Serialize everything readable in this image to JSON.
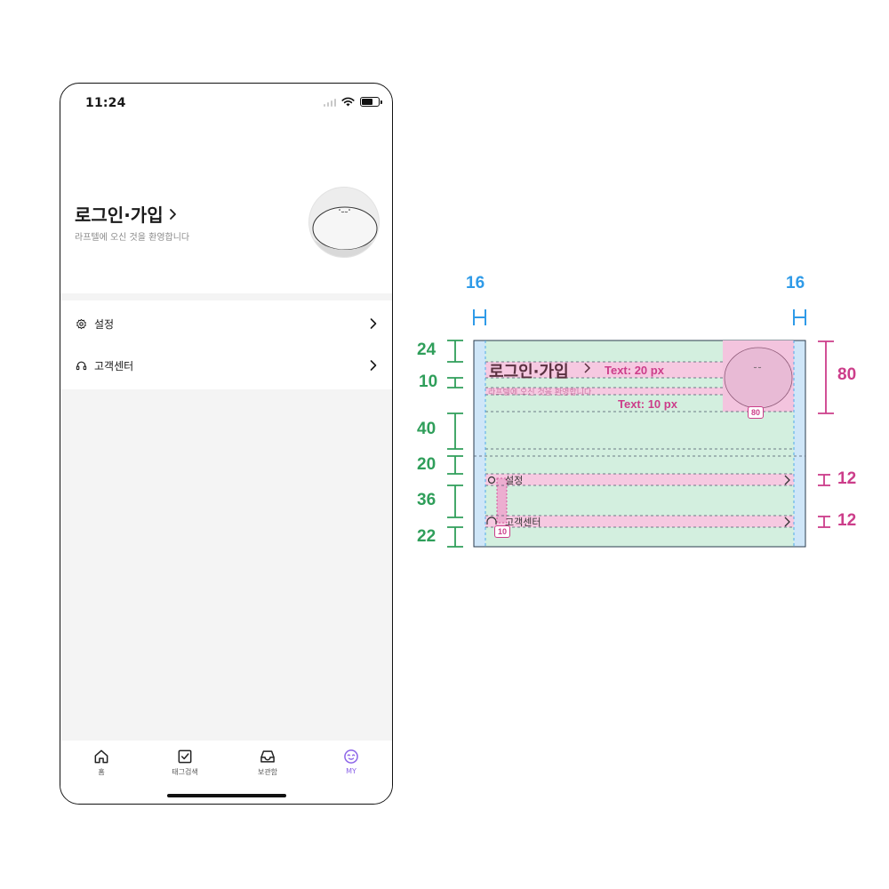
{
  "status_bar": {
    "time": "11:24"
  },
  "profile": {
    "title": "로그인·가입",
    "chevron": "›",
    "subtitle": "라프텔에 오신 것을 환영합니다"
  },
  "menu": {
    "items": [
      {
        "label": "설정",
        "icon": "gear-icon"
      },
      {
        "label": "고객센터",
        "icon": "headset-icon"
      }
    ]
  },
  "tab_bar": {
    "active_color": "#8b63e8",
    "tabs": [
      {
        "label": "홈",
        "icon": "home-icon"
      },
      {
        "label": "태그검색",
        "icon": "tag-search-icon"
      },
      {
        "label": "보관함",
        "icon": "inbox-icon"
      },
      {
        "label": "MY",
        "icon": "smile-icon"
      }
    ]
  },
  "spec": {
    "left_margin": "16",
    "right_margin": "16",
    "vertical_spacings": [
      "24",
      "10",
      "40",
      "20",
      "36",
      "22"
    ],
    "profile_height": "80",
    "item_height_1": "12",
    "item_height_2": "12",
    "title_note": "Text: 20 px",
    "subtitle_note": "Text: 10 px",
    "avatar_badge": "80",
    "icon_gap_badge": "10",
    "mini_title": "로그인·가입",
    "mini_subtitle": "라프텔에 오신 것을 환영합니다",
    "mini_item_1": "설정",
    "mini_item_2": "고객센터",
    "colors": {
      "padding": "#2f9be8",
      "spacing": "#2f9e5a",
      "size": "#cc3d8a"
    }
  }
}
